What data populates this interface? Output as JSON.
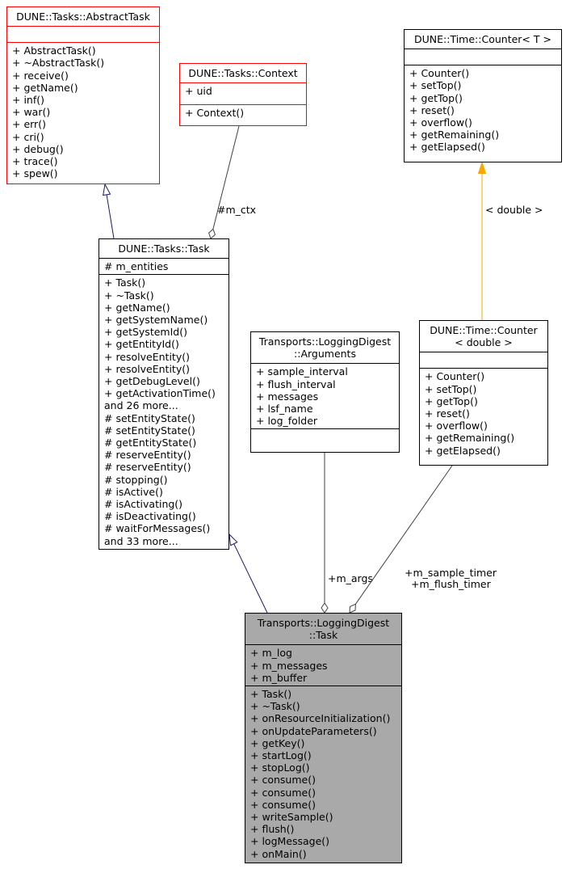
{
  "colors": {
    "external_class_border": "#ff0000",
    "class_border": "#000000",
    "focused_class_fill": "#a9a9a9",
    "inheritance_arrow": "#191970",
    "template_arrow": "#ffa500",
    "association_edge": "#404040"
  },
  "classes": {
    "abstract_task": {
      "title_lines": [
        "DUNE::Tasks::AbstractTask"
      ],
      "attributes": [],
      "methods": [
        "+ AbstractTask()",
        "+ ~AbstractTask()",
        "+ receive()",
        "+ getName()",
        "+ inf()",
        "+ war()",
        "+ err()",
        "+ cri()",
        "+ debug()",
        "+ trace()",
        "+ spew()"
      ]
    },
    "context": {
      "title_lines": [
        "DUNE::Tasks::Context"
      ],
      "attributes": [
        "+ uid"
      ],
      "methods": [
        "+ Context()"
      ]
    },
    "counter_t": {
      "title_lines": [
        "DUNE::Time::Counter< T >"
      ],
      "attributes": [],
      "methods": [
        "+ Counter()",
        "+ setTop()",
        "+ getTop()",
        "+ reset()",
        "+ overflow()",
        "+ getRemaining()",
        "+ getElapsed()"
      ]
    },
    "task": {
      "title_lines": [
        "DUNE::Tasks::Task"
      ],
      "attributes": [
        "# m_entities"
      ],
      "methods": [
        "+ Task()",
        "+ ~Task()",
        "+ getName()",
        "+ getSystemName()",
        "+ getSystemId()",
        "+ getEntityId()",
        "+ resolveEntity()",
        "+ resolveEntity()",
        "+ getDebugLevel()",
        "+ getActivationTime()",
        "and 26 more...",
        "# setEntityState()",
        "# setEntityState()",
        "# getEntityState()",
        "# reserveEntity()",
        "# reserveEntity()",
        "# stopping()",
        "# isActive()",
        "# isActivating()",
        "# isDeactivating()",
        "# waitForMessages()",
        "and 33 more..."
      ]
    },
    "arguments": {
      "title_lines": [
        "Transports::LoggingDigest",
        "::Arguments"
      ],
      "attributes": [
        "+ sample_interval",
        "+ flush_interval",
        "+ messages",
        "+ lsf_name",
        "+ log_folder"
      ],
      "methods": []
    },
    "counter_double": {
      "title_lines": [
        "DUNE::Time::Counter",
        "< double >"
      ],
      "attributes": [],
      "methods": [
        "+ Counter()",
        "+ setTop()",
        "+ getTop()",
        "+ reset()",
        "+ overflow()",
        "+ getRemaining()",
        "+ getElapsed()"
      ]
    },
    "logging_task": {
      "title_lines": [
        "Transports::LoggingDigest",
        "::Task"
      ],
      "attributes": [
        "+ m_log",
        "+ m_messages",
        "+ m_buffer"
      ],
      "methods": [
        "+ Task()",
        "+ ~Task()",
        "+ onResourceInitialization()",
        "+ onUpdateParameters()",
        "+ getKey()",
        "+ startLog()",
        "+ stopLog()",
        "+ consume()",
        "+ consume()",
        "+ consume()",
        "+ writeSample()",
        "+ flush()",
        "+ logMessage()",
        "+ onMain()"
      ]
    }
  },
  "edges": {
    "m_ctx_label": "#m_ctx",
    "template_label": "< double >",
    "m_args_label": "+m_args",
    "m_sample_timer_label": "+m_sample_timer",
    "m_flush_timer_label": "+m_flush_timer",
    "relations": [
      {
        "from": "DUNE::Tasks::Task",
        "to": "DUNE::Tasks::AbstractTask",
        "type": "inheritance"
      },
      {
        "from": "Transports::LoggingDigest::Task",
        "to": "DUNE::Tasks::Task",
        "type": "inheritance"
      },
      {
        "from": "DUNE::Tasks::Context",
        "to": "DUNE::Tasks::Task",
        "type": "aggregation",
        "label": "#m_ctx"
      },
      {
        "from": "DUNE::Time::Counter< double >",
        "to": "DUNE::Time::Counter< T >",
        "type": "template-instantiation",
        "label": "< double >"
      },
      {
        "from": "Transports::LoggingDigest::Arguments",
        "to": "Transports::LoggingDigest::Task",
        "type": "aggregation",
        "label": "+m_args"
      },
      {
        "from": "DUNE::Time::Counter< double >",
        "to": "Transports::LoggingDigest::Task",
        "type": "aggregation",
        "label": "+m_sample_timer +m_flush_timer"
      }
    ]
  }
}
